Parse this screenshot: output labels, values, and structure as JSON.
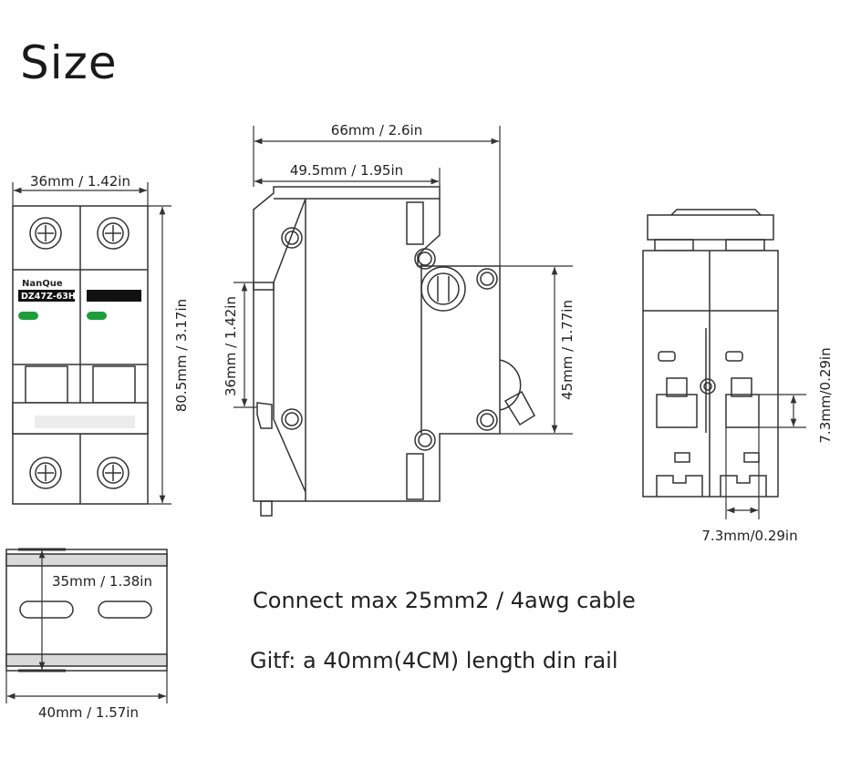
{
  "title": "Size",
  "brand": "NanQue",
  "model": "DZ47Z-63H",
  "dimensions": {
    "front_width": "36mm / 1.42in",
    "front_height": "80.5mm / 3.17in",
    "side_total_depth": "66mm / 2.6in",
    "side_body_depth": "49.5mm / 1.95in",
    "side_rail_height": "36mm / 1.42in",
    "side_front_height": "45mm / 1.77in",
    "back_terminal_height": "7.3mm/0.29in",
    "back_terminal_width": "7.3mm/0.29in",
    "rail_height": "35mm / 1.38in",
    "rail_length": "40mm / 1.57in"
  },
  "notes": {
    "cable": "Connect max 25mm2 / 4awg cable",
    "gift": "Gitf: a 40mm(4CM) length din rail"
  },
  "colors": {
    "line": "#333333",
    "indicator": "#1e9e3a",
    "rail_band": "#d9d9d9",
    "model_label_bg": "#111111"
  }
}
